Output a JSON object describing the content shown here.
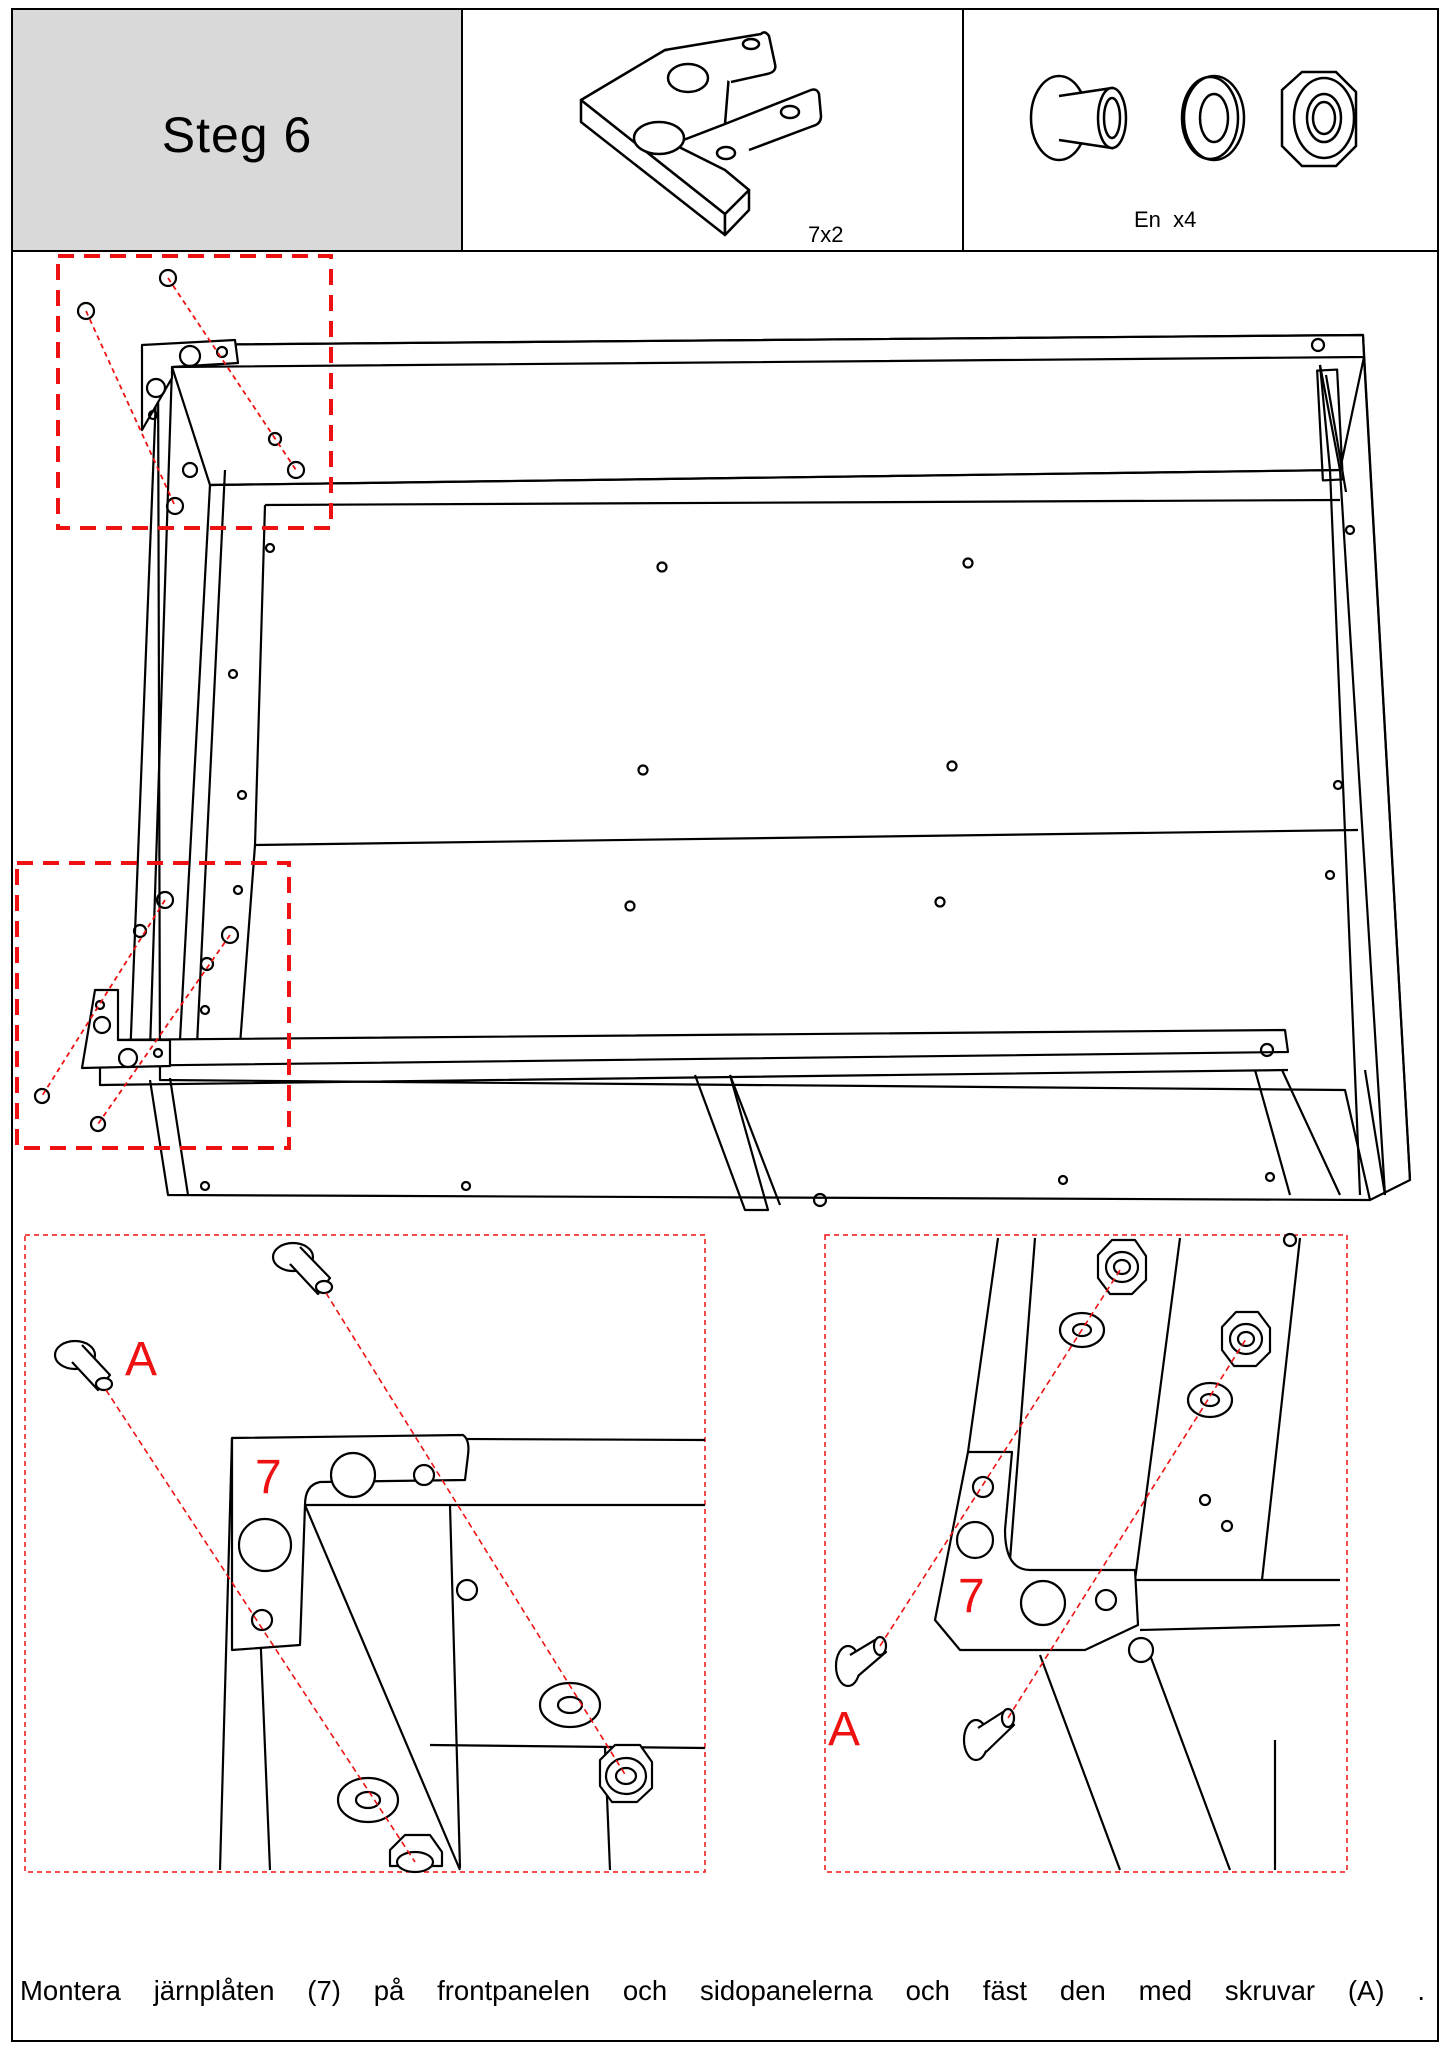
{
  "header": {
    "step_title": "Steg  6",
    "part_quantity": "7x2",
    "hardware_quantity": "En  x4"
  },
  "callouts": {
    "plate_label": "7",
    "screw_label": "A"
  },
  "instruction": "Montera järnplåten (7) på frontpanelen och sidopanelerna och fäst den med skruvar (A) .",
  "colors": {
    "outline": "#000000",
    "callout_red": "#e11111",
    "step_cell_gray": "#d9d9d9"
  }
}
